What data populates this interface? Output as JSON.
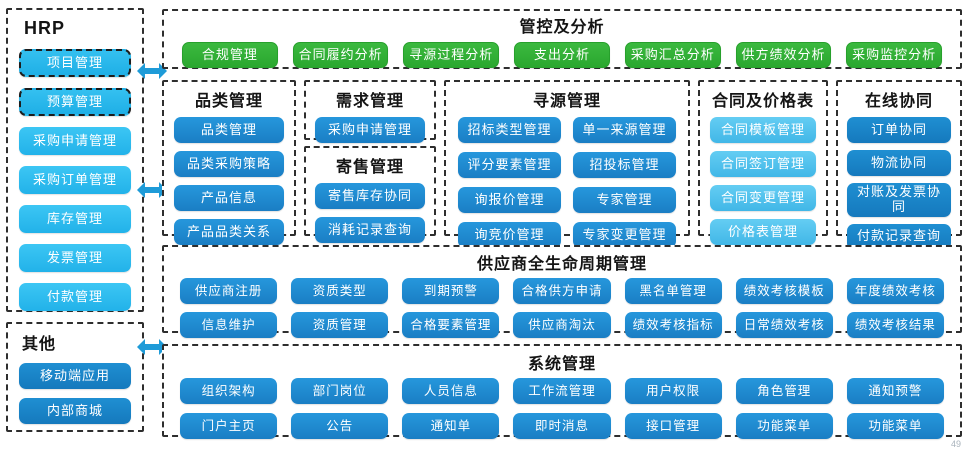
{
  "page": {
    "page_number": "49"
  },
  "colors": {
    "cyan": "#2bbcee",
    "blue": "#1f8fd2",
    "dark_blue": "#1a7ec4",
    "green": "#2fb034",
    "light_blue": "#55c5ee",
    "arrow_blue": "#1e9bd8",
    "dashed_border": "#2e2e2e"
  },
  "hrp": {
    "title": "HRP",
    "items": [
      {
        "label": "项目管理",
        "dashed": true
      },
      {
        "label": "预算管理",
        "dashed": true
      },
      {
        "label": "采购申请管理"
      },
      {
        "label": "采购订单管理"
      },
      {
        "label": "库存管理"
      },
      {
        "label": "发票管理"
      },
      {
        "label": "付款管理"
      }
    ]
  },
  "others": {
    "title": "其他",
    "items": [
      "移动端应用",
      "内部商城"
    ]
  },
  "analysis": {
    "title": "管控及分析",
    "items": [
      "合规管理",
      "合同履约分析",
      "寻源过程分析",
      "支出分析",
      "采购汇总分析",
      "供方绩效分析",
      "采购监控分析"
    ]
  },
  "category": {
    "title": "品类管理",
    "items": [
      "品类管理",
      "品类采购策略",
      "产品信息",
      "产品品类关系"
    ]
  },
  "demand": {
    "title": "需求管理",
    "items": [
      "采购申请管理"
    ]
  },
  "consignment": {
    "title": "寄售管理",
    "items": [
      "寄售库存协同",
      "消耗记录查询"
    ]
  },
  "sourcing": {
    "title": "寻源管理",
    "items": [
      "招标类型管理",
      "单一来源管理",
      "评分要素管理",
      "招投标管理",
      "询报价管理",
      "专家管理",
      "询竞价管理",
      "专家变更管理"
    ]
  },
  "contract": {
    "title": "合同及价格表",
    "items": [
      "合同模板管理",
      "合同签订管理",
      "合同变更管理",
      "价格表管理"
    ]
  },
  "collaboration": {
    "title": "在线协同",
    "items": [
      "订单协同",
      "物流协同",
      "对账及发票协同",
      "付款记录查询"
    ]
  },
  "supplier": {
    "title": "供应商全生命周期管理",
    "items": [
      "供应商注册",
      "资质类型",
      "到期预警",
      "合格供方申请",
      "黑名单管理",
      "绩效考核模板",
      "年度绩效考核",
      "信息维护",
      "资质管理",
      "合格要素管理",
      "供应商淘汰",
      "绩效考核指标",
      "日常绩效考核",
      "绩效考核结果"
    ]
  },
  "system": {
    "title": "系统管理",
    "items": [
      "组织架构",
      "部门岗位",
      "人员信息",
      "工作流管理",
      "用户权限",
      "角色管理",
      "通知预警",
      "门户主页",
      "公告",
      "通知单",
      "即时消息",
      "接口管理",
      "功能菜单",
      "功能菜单"
    ]
  }
}
